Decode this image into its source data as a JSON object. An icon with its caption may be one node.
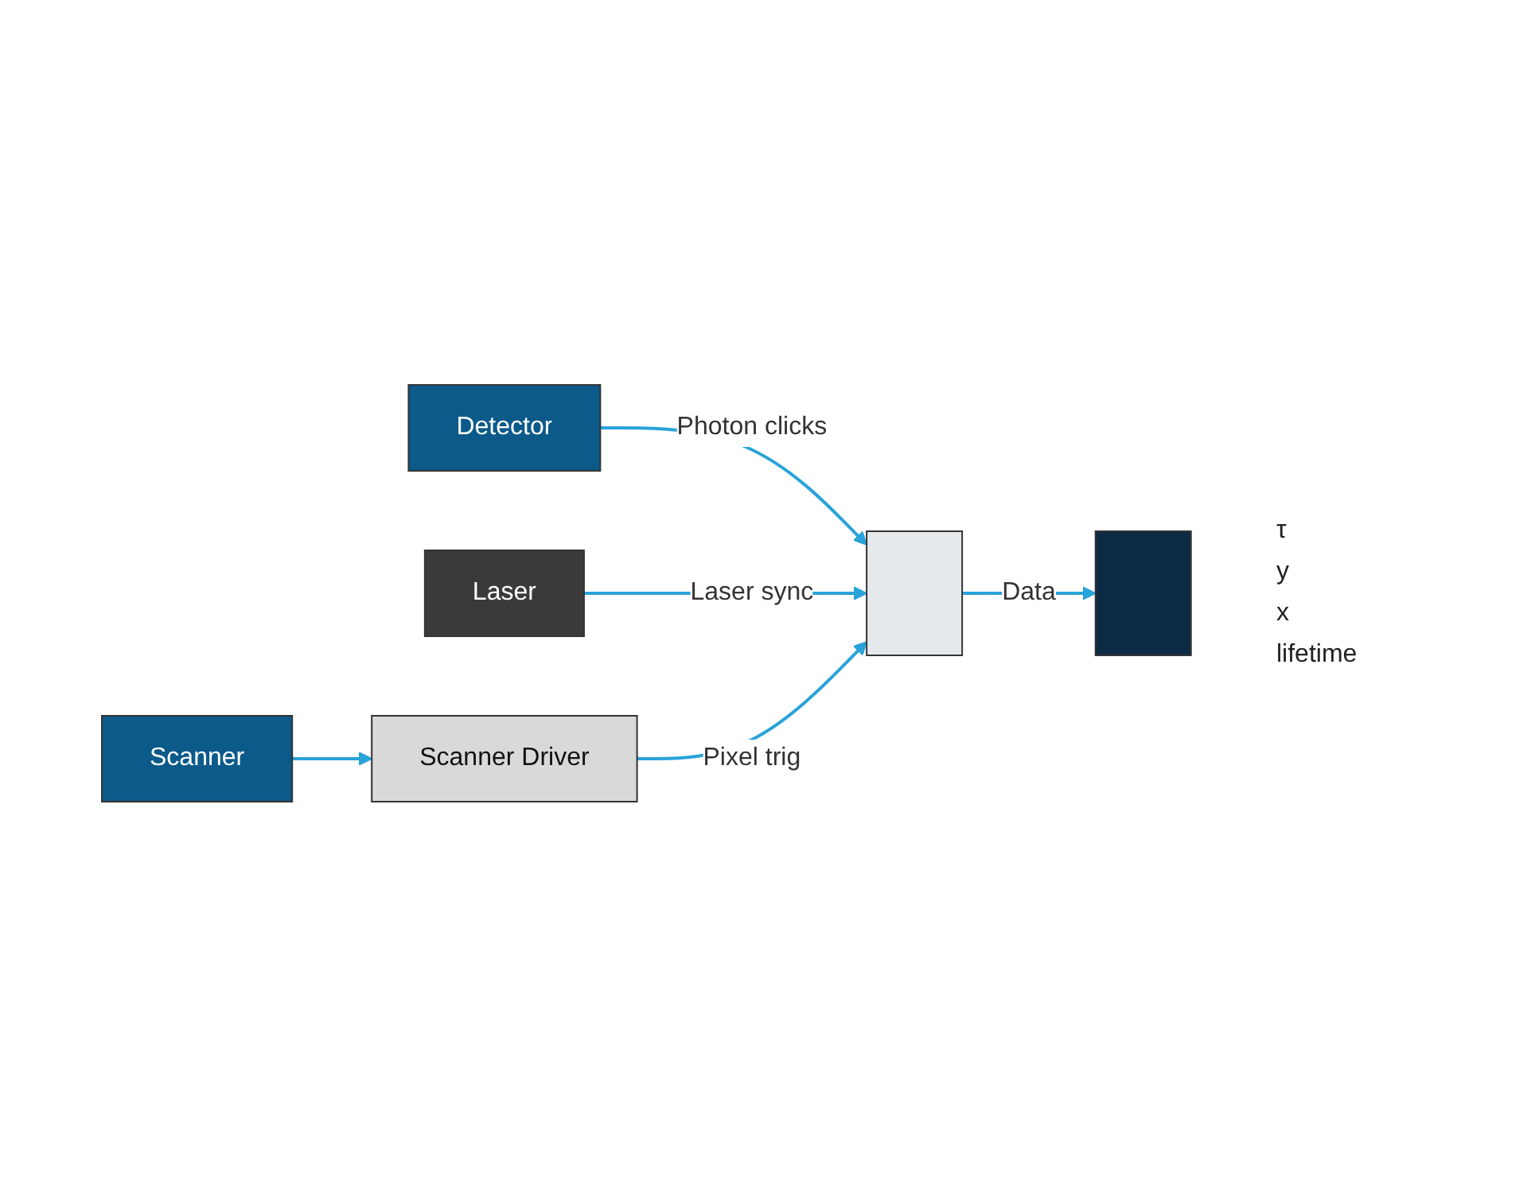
{
  "diagram": {
    "nodes": [
      {
        "text": [
          "Detector"
        ]
      },
      {
        "text": [
          "Laser"
        ]
      },
      {
        "text": [
          "Scanner Driver"
        ]
      },
      {
        "text": [
          "Scanner"
        ]
      },
      {
        "text": [],
        "shape": "box"
      },
      {
        "text": [],
        "shape": "box"
      }
    ],
    "edges": [
      {
        "from": 0,
        "to": 4,
        "arrow": "to",
        "label": "Photon clicks"
      },
      {
        "from": 1,
        "to": 4,
        "arrow": "to",
        "label": "Laser sync"
      },
      {
        "from": 2,
        "to": 4,
        "arrow": "to",
        "label": "Pixel trig"
      },
      {
        "from": 3,
        "to": 2,
        "arrow": "to"
      },
      {
        "from": 4,
        "to": 5,
        "arrow": "to",
        "label": "Data"
      }
    ],
    "labels": [
      "τ",
      "y",
      "x",
      "lifetime"
    ]
  }
}
